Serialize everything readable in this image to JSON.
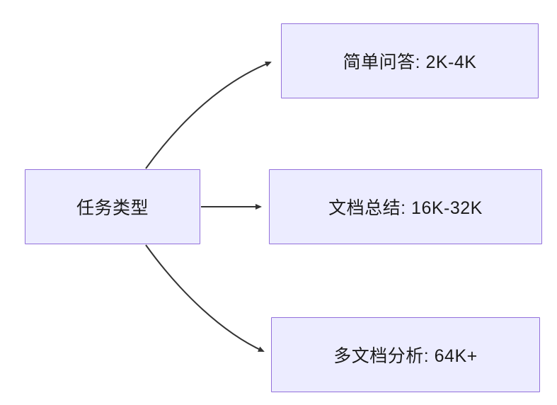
{
  "diagram": {
    "root": {
      "label": "任务类型"
    },
    "nodes": [
      {
        "label": "简单问答: 2K-4K"
      },
      {
        "label": "文档总结: 16K-32K"
      },
      {
        "label": "多文档分析: 64K+"
      }
    ],
    "colors": {
      "node_fill": "#ECECFF",
      "node_border": "#9370DB",
      "arrow": "#333333"
    }
  }
}
